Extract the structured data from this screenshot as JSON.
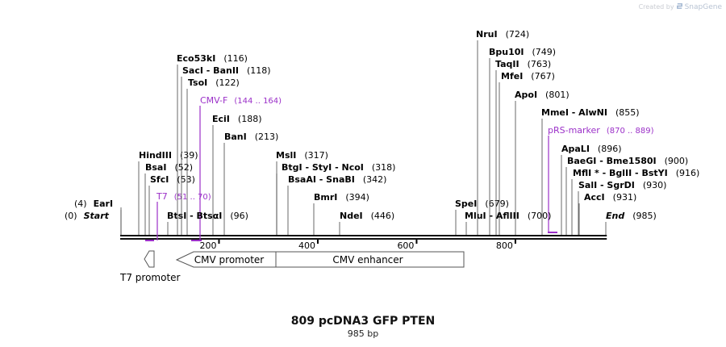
{
  "credit": {
    "prefix": "Created by",
    "brand": "SnapGene"
  },
  "title": "809 pcDNA3 GFP PTEN",
  "subtitle": "985 bp",
  "colors": {
    "enzyme": "#000000",
    "primer": "#9b30c8",
    "backbone": "#111111"
  },
  "map": {
    "length": 985
  },
  "ticks": [
    {
      "value": 200,
      "label": "200"
    },
    {
      "value": 400,
      "label": "400"
    },
    {
      "value": 600,
      "label": "600"
    },
    {
      "value": 800,
      "label": "800"
    }
  ],
  "features": [
    {
      "name": "T7 promoter",
      "direction": "reverse"
    },
    {
      "name": "CMV promoter",
      "direction": "reverse"
    },
    {
      "name": "CMV enhancer",
      "direction": "reverse"
    }
  ],
  "primers": [
    {
      "name": "T7",
      "range": "(51 .. 70)"
    },
    {
      "name": "CMV-F",
      "range": "(144 .. 164)"
    },
    {
      "name": "pRS-marker",
      "range": "(870 .. 889)"
    }
  ],
  "sites": [
    {
      "name": "Start",
      "pos": "(0)",
      "italic": true
    },
    {
      "name": "EarI",
      "pos": "(4)"
    },
    {
      "name": "SfcI",
      "pos": "(53)"
    },
    {
      "name": "BsaI",
      "pos": "(52)"
    },
    {
      "name": "HindIII",
      "pos": "(39)"
    },
    {
      "name": "BtsI  -  BtsαI",
      "pos": "(96)"
    },
    {
      "name": "TsoI",
      "pos": "(122)"
    },
    {
      "name": "SacI  -  BanII",
      "pos": "(118)"
    },
    {
      "name": "Eco53kI",
      "pos": "(116)"
    },
    {
      "name": "EciI",
      "pos": "(188)"
    },
    {
      "name": "BanI",
      "pos": "(213)"
    },
    {
      "name": "MslI",
      "pos": "(317)"
    },
    {
      "name": "BtgI  -  StyI  -  NcoI",
      "pos": "(318)"
    },
    {
      "name": "BsaAI  -  SnaBI",
      "pos": "(342)"
    },
    {
      "name": "BmrI",
      "pos": "(394)"
    },
    {
      "name": "NdeI",
      "pos": "(446)"
    },
    {
      "name": "SpeI",
      "pos": "(679)"
    },
    {
      "name": "MluI  -  AflIII",
      "pos": "(700)"
    },
    {
      "name": "NruI",
      "pos": "(724)"
    },
    {
      "name": "Bpu10I",
      "pos": "(749)"
    },
    {
      "name": "TaqII",
      "pos": "(763)"
    },
    {
      "name": "MfeI",
      "pos": "(767)"
    },
    {
      "name": "ApoI",
      "pos": "(801)"
    },
    {
      "name": "MmeI  -  AlwNI",
      "pos": "(855)"
    },
    {
      "name": "ApaLI",
      "pos": "(896)"
    },
    {
      "name": "BaeGI  -  Bme1580I",
      "pos": "(900)"
    },
    {
      "name": "MflI *  -  BglII  -  BstYI",
      "pos": "(916)"
    },
    {
      "name": "SalI  -  SgrDI",
      "pos": "(930)"
    },
    {
      "name": "AccI",
      "pos": "(931)"
    },
    {
      "name": "End",
      "pos": "(985)",
      "italic": true
    }
  ]
}
